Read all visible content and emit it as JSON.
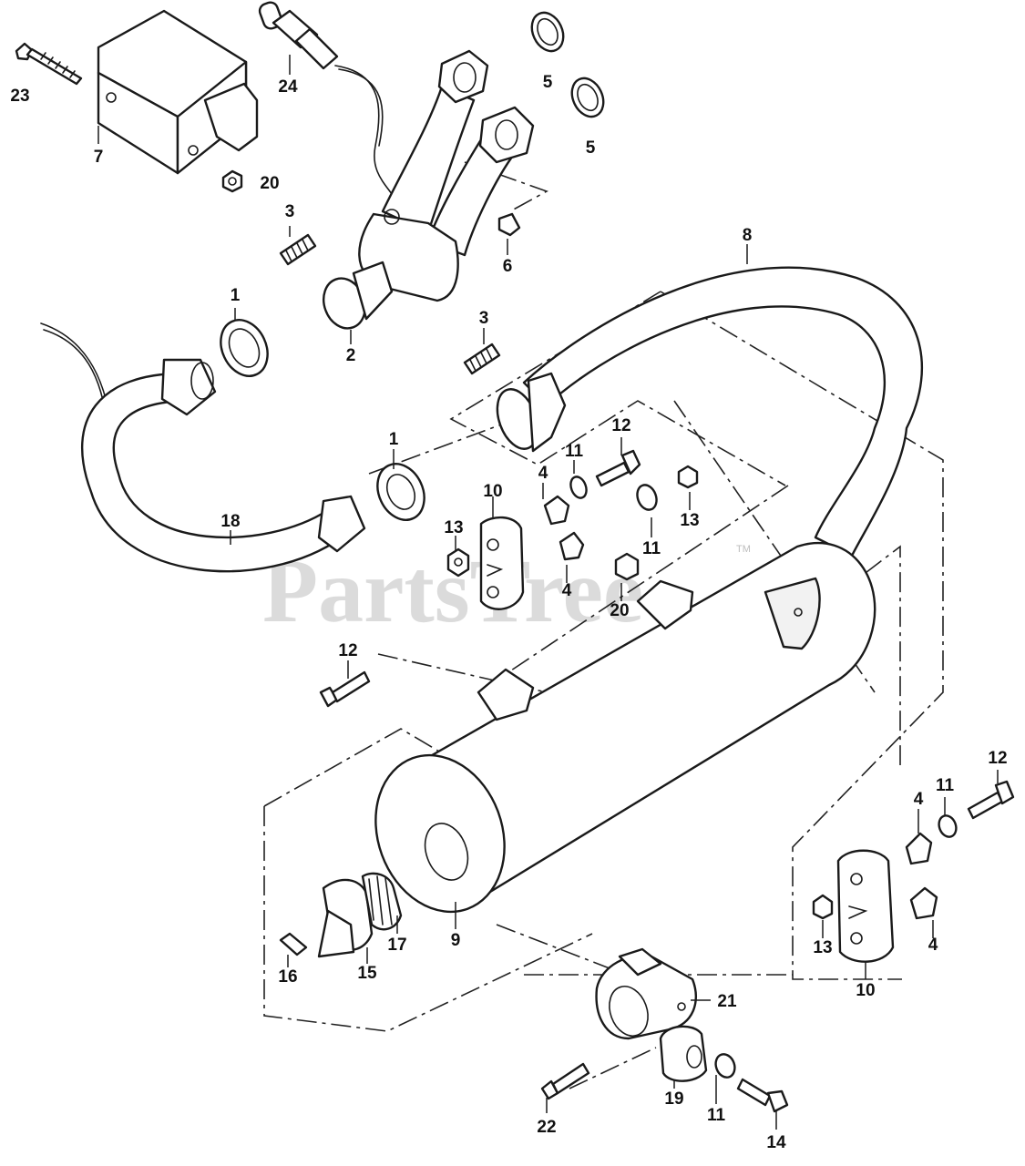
{
  "diagram": {
    "watermark": "PartsTree",
    "trademark": "TM",
    "callouts": [
      {
        "id": "c23",
        "label": "23"
      },
      {
        "id": "c24",
        "label": "24"
      },
      {
        "id": "c5a",
        "label": "5"
      },
      {
        "id": "c5b",
        "label": "5"
      },
      {
        "id": "c7",
        "label": "7"
      },
      {
        "id": "c20a",
        "label": "20"
      },
      {
        "id": "c3a",
        "label": "3"
      },
      {
        "id": "c6",
        "label": "6"
      },
      {
        "id": "c1a",
        "label": "1"
      },
      {
        "id": "c2",
        "label": "2"
      },
      {
        "id": "c3b",
        "label": "3"
      },
      {
        "id": "c8",
        "label": "8"
      },
      {
        "id": "c12a",
        "label": "12"
      },
      {
        "id": "c1b",
        "label": "1"
      },
      {
        "id": "c11a",
        "label": "11"
      },
      {
        "id": "c4a",
        "label": "4"
      },
      {
        "id": "c10a",
        "label": "10"
      },
      {
        "id": "c18",
        "label": "18"
      },
      {
        "id": "c13a",
        "label": "13"
      },
      {
        "id": "c13b",
        "label": "13"
      },
      {
        "id": "c11b",
        "label": "11"
      },
      {
        "id": "c4b",
        "label": "4"
      },
      {
        "id": "c20b",
        "label": "20"
      },
      {
        "id": "c12b",
        "label": "12"
      },
      {
        "id": "c12c",
        "label": "12"
      },
      {
        "id": "c4c",
        "label": "4"
      },
      {
        "id": "c11c",
        "label": "11"
      },
      {
        "id": "c13c",
        "label": "13"
      },
      {
        "id": "c4d",
        "label": "4"
      },
      {
        "id": "c10b",
        "label": "10"
      },
      {
        "id": "c16",
        "label": "16"
      },
      {
        "id": "c15",
        "label": "15"
      },
      {
        "id": "c17",
        "label": "17"
      },
      {
        "id": "c9",
        "label": "9"
      },
      {
        "id": "c21",
        "label": "21"
      },
      {
        "id": "c19",
        "label": "19"
      },
      {
        "id": "c11d",
        "label": "11"
      },
      {
        "id": "c22",
        "label": "22"
      },
      {
        "id": "c14",
        "label": "14"
      }
    ]
  }
}
